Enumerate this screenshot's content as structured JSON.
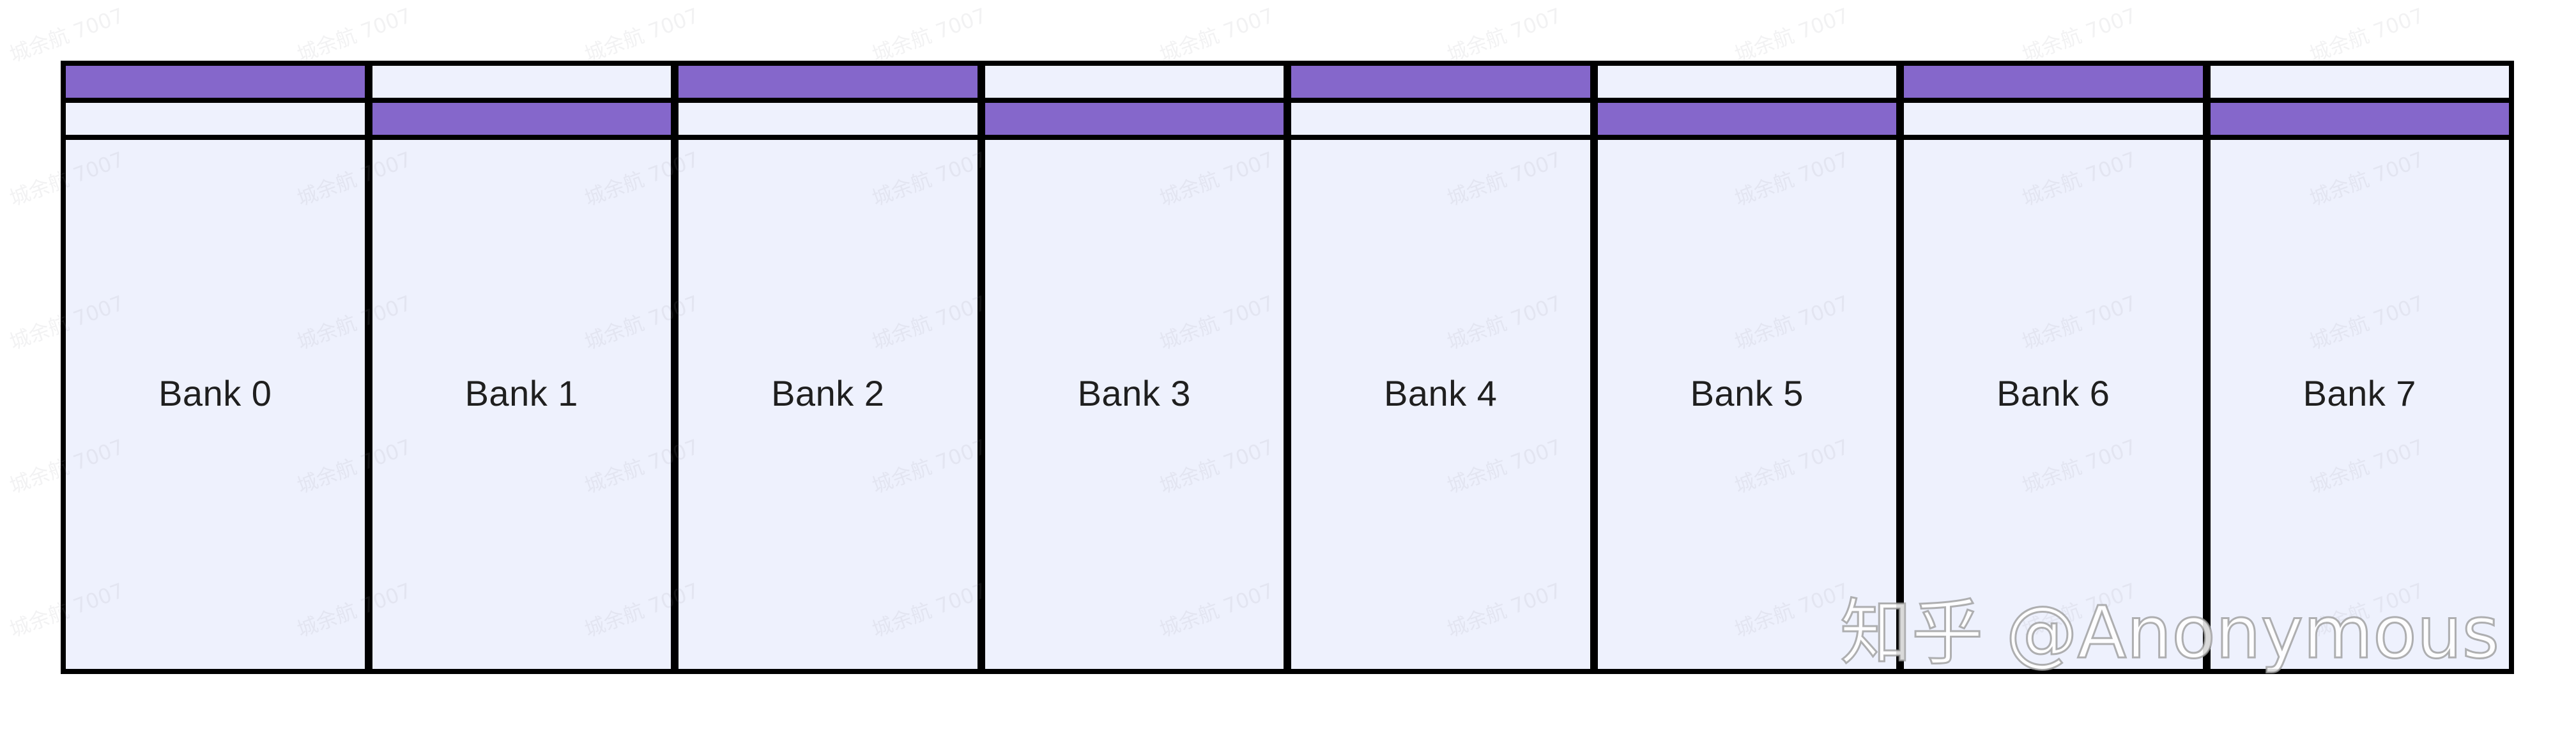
{
  "banks": [
    {
      "label": "Bank 0",
      "row1": "filled",
      "row2": "empty"
    },
    {
      "label": "Bank 1",
      "row1": "empty",
      "row2": "filled"
    },
    {
      "label": "Bank 2",
      "row1": "filled",
      "row2": "empty"
    },
    {
      "label": "Bank 3",
      "row1": "empty",
      "row2": "filled"
    },
    {
      "label": "Bank 4",
      "row1": "filled",
      "row2": "empty"
    },
    {
      "label": "Bank 5",
      "row1": "empty",
      "row2": "filled"
    },
    {
      "label": "Bank 6",
      "row1": "filled",
      "row2": "empty"
    },
    {
      "label": "Bank 7",
      "row1": "empty",
      "row2": "filled"
    }
  ],
  "colors": {
    "filled_slot": "#8567cb",
    "bank_fill": "#eef1fd",
    "border": "#000000"
  },
  "watermark": {
    "tile_text": "城余航 7007",
    "signature": "知乎 @Anonymous"
  }
}
